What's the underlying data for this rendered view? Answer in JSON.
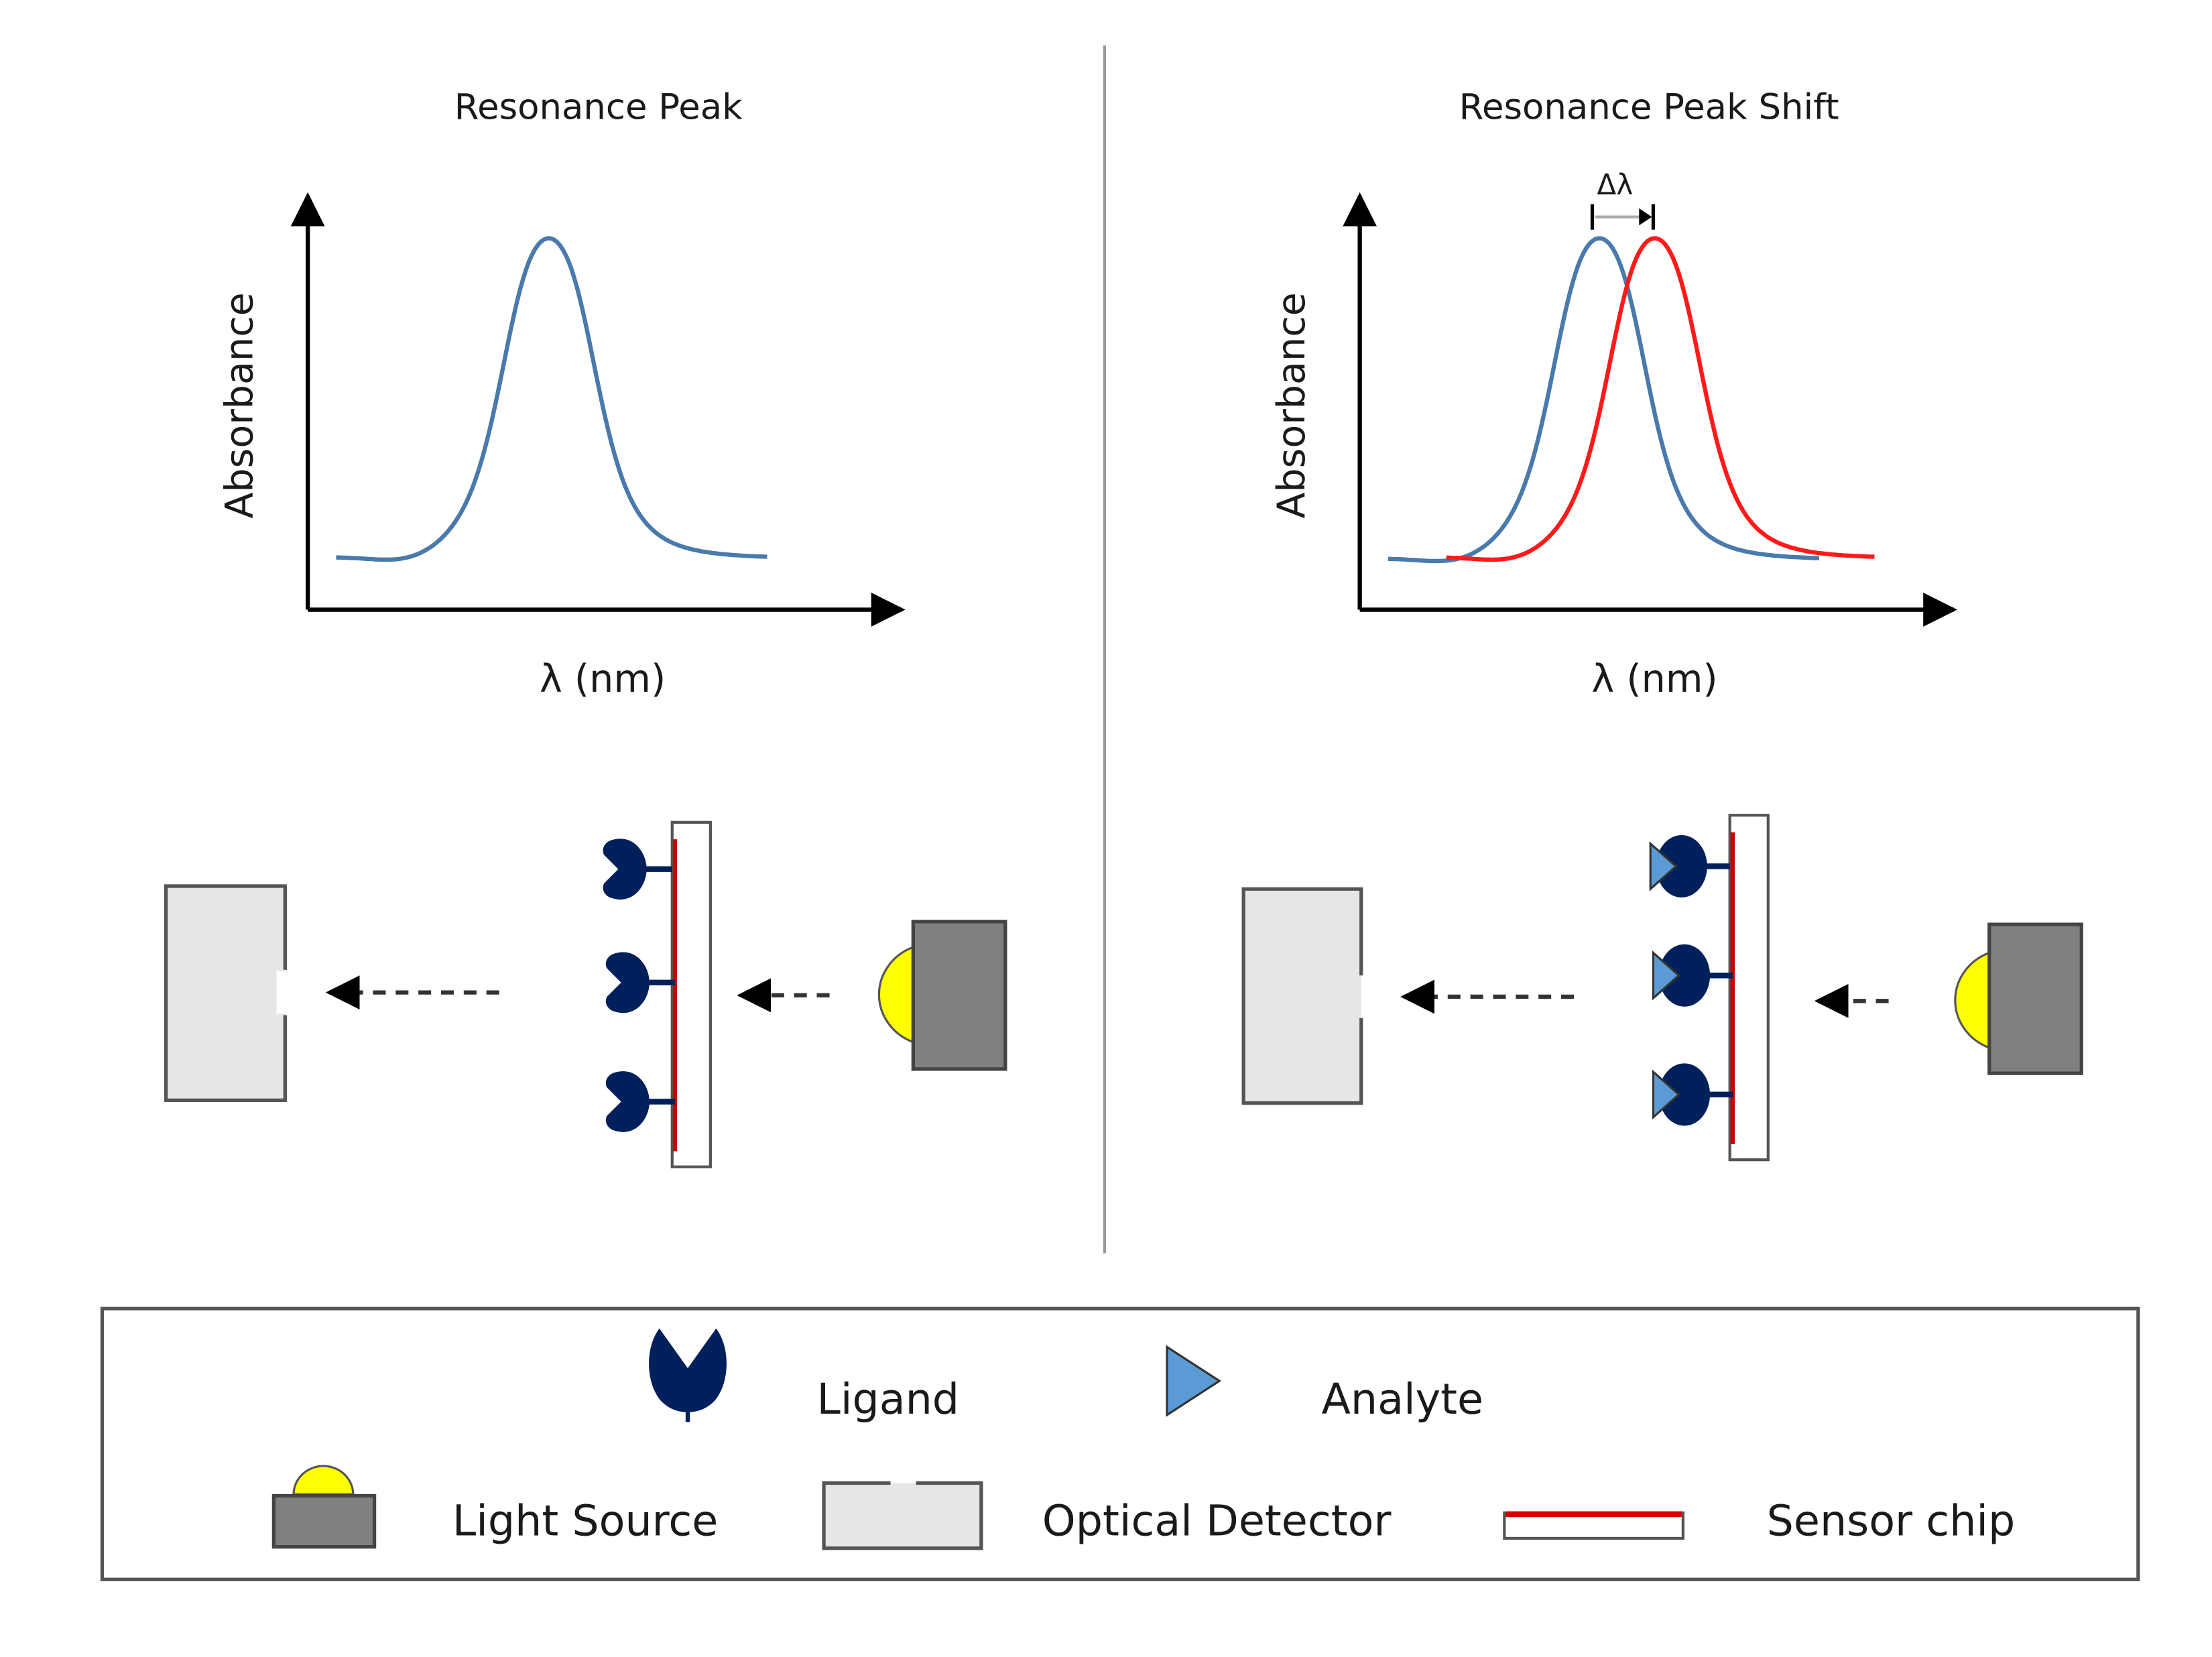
{
  "colors": {
    "curve_before": "#4a7aab",
    "curve_after": "#ff1a1a",
    "ligand": "#00205b",
    "analyte": "#5b9bd5",
    "light_source_bulb": "#ffff00",
    "light_source_body": "#808080",
    "detector_body": "#e6e6e6",
    "sensor_chip_line": "#cc0000"
  },
  "left_panel": {
    "title": "Resonance Peak",
    "ylabel": "Absorbance",
    "xlabel": "λ (nm)"
  },
  "right_panel": {
    "title": "Resonance Peak Shift",
    "ylabel": "Absorbance",
    "xlabel": "λ (nm)",
    "shift_label": "Δλ"
  },
  "legend": {
    "items": [
      {
        "label": "Ligand",
        "icon": "ligand-icon"
      },
      {
        "label": "Analyte",
        "icon": "analyte-icon"
      },
      {
        "label": "Light Source",
        "icon": "light-source-icon"
      },
      {
        "label": "Optical Detector",
        "icon": "optical-detector-icon"
      },
      {
        "label": "Sensor chip",
        "icon": "sensor-chip-icon"
      }
    ]
  }
}
